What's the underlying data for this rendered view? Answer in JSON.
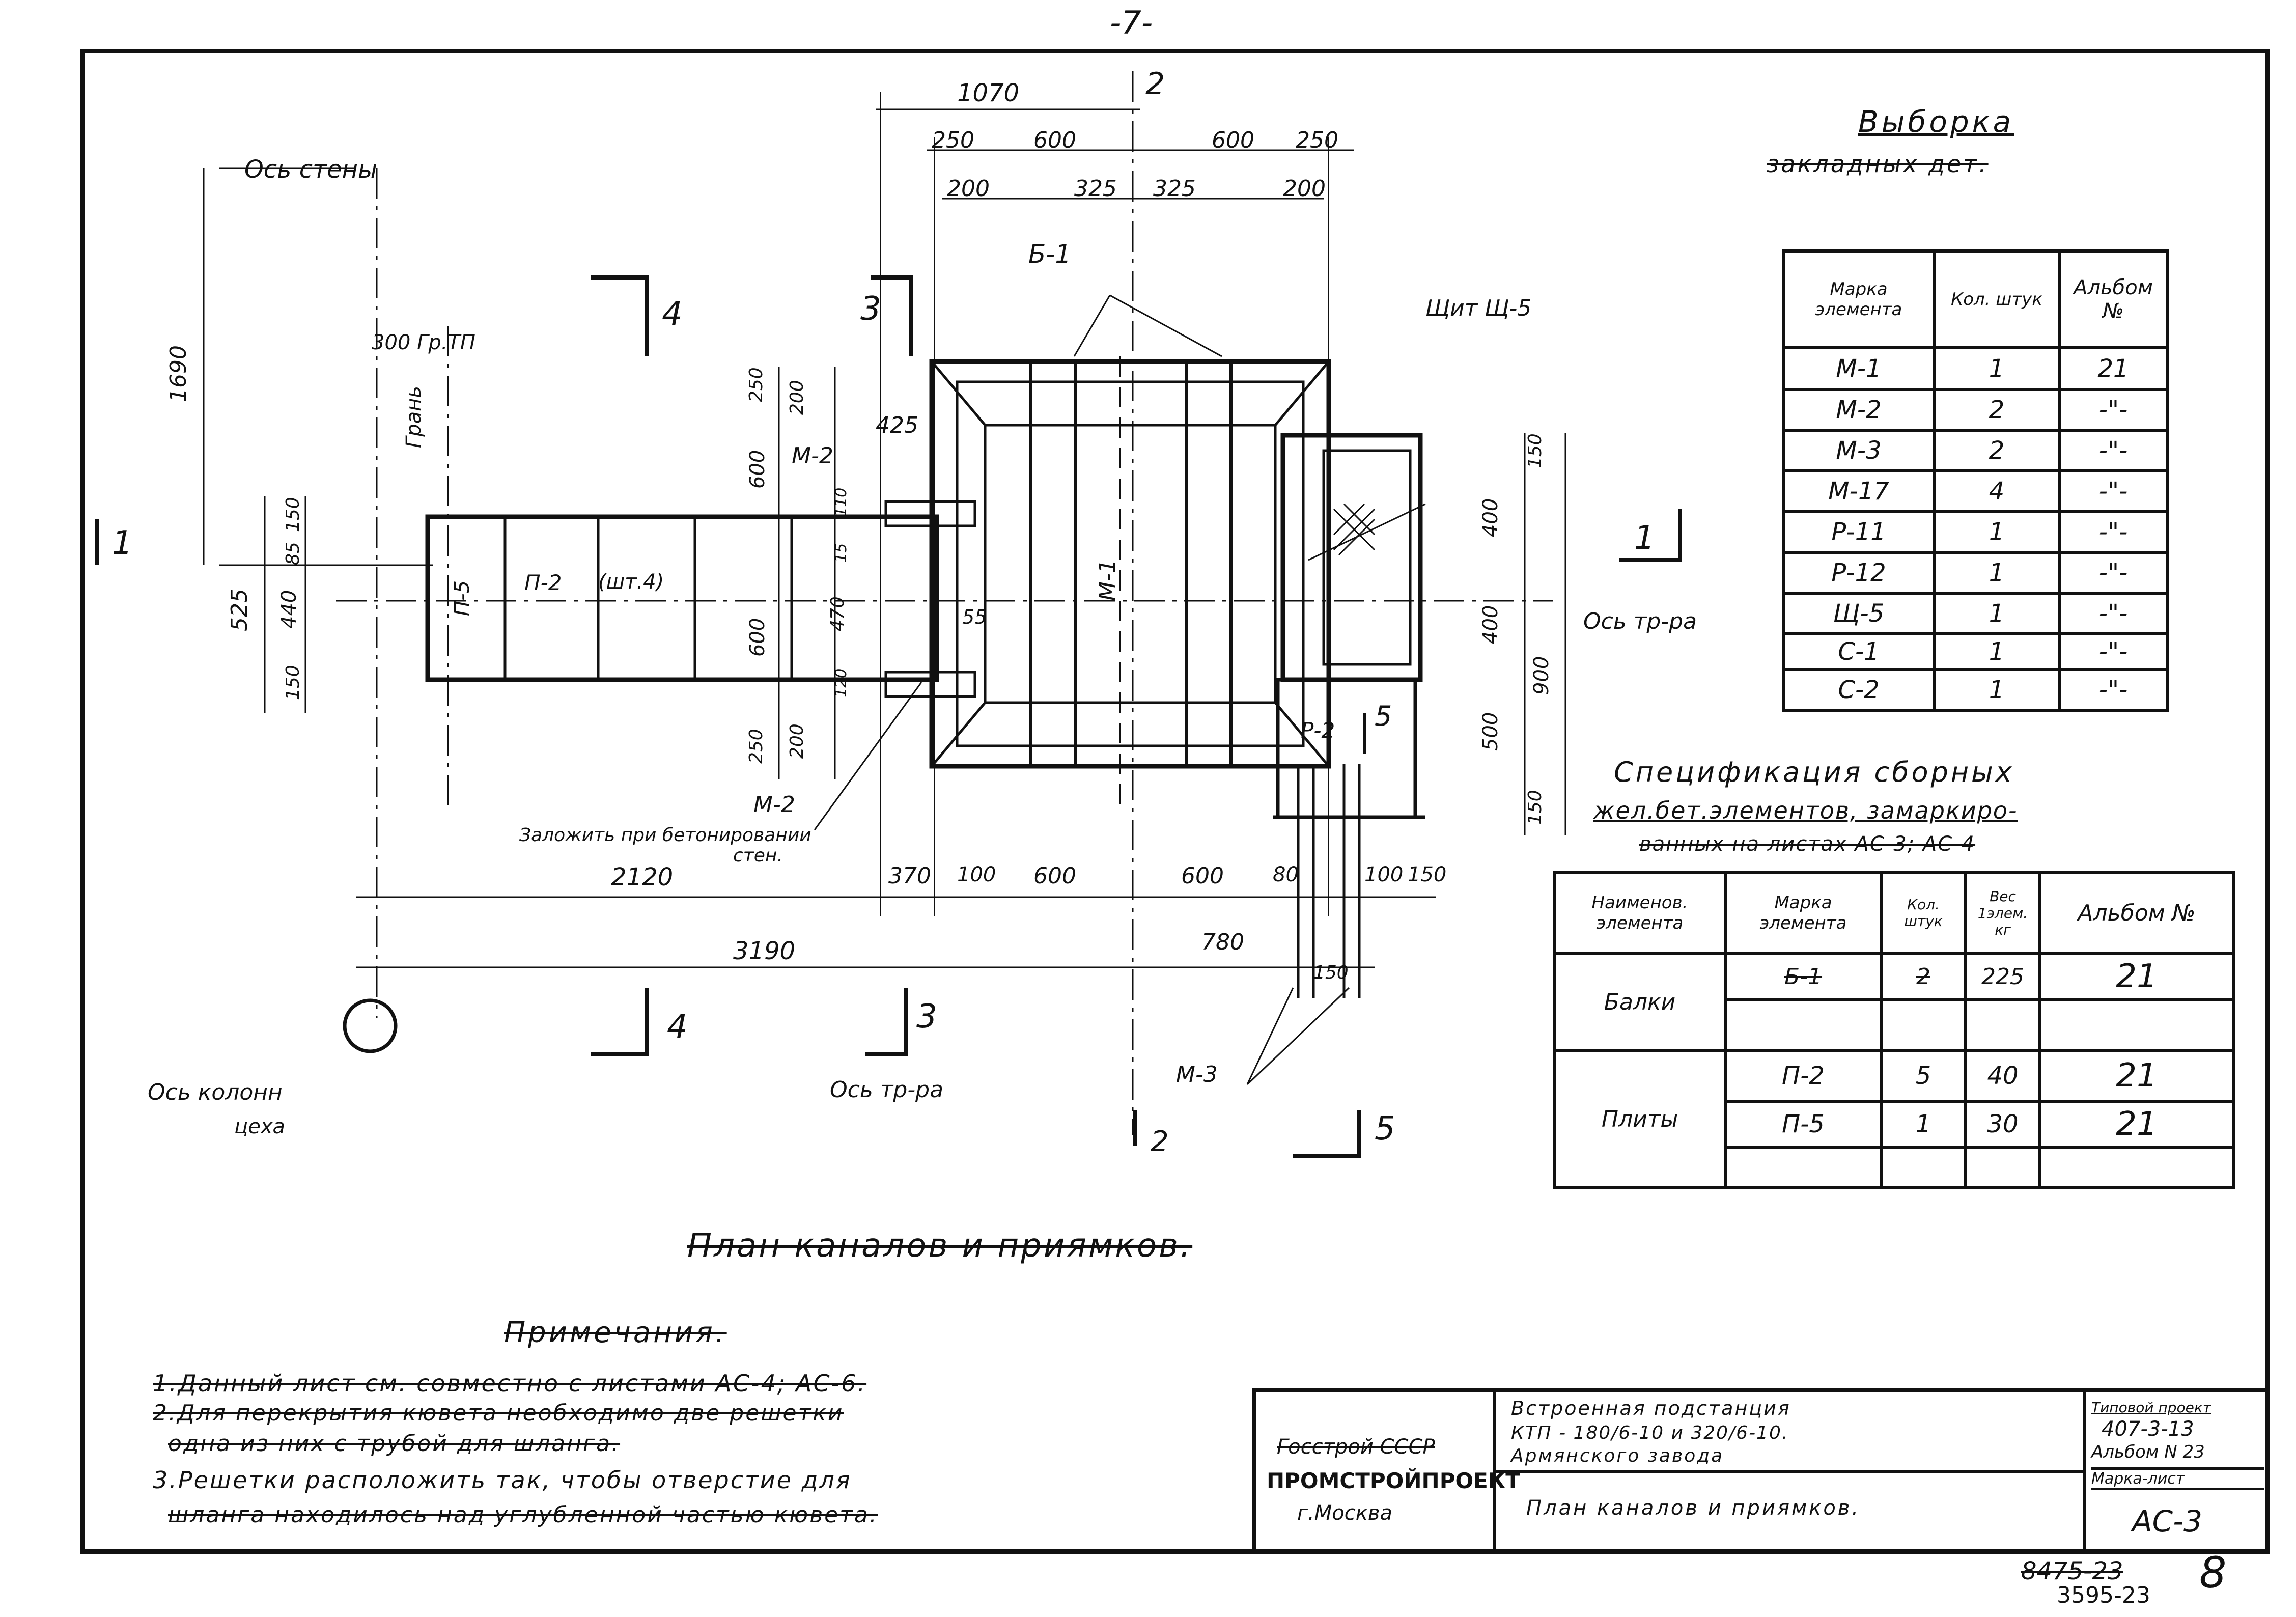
{
  "page_number": "-7-",
  "drawing": {
    "title": "План каналов и приямков.",
    "labels": {
      "wall_axis": "Ось стены",
      "face": "Грань",
      "tr_face": "300 Гр.ТП",
      "column_axis": "Ось колонн",
      "column_axis_2": "цеха",
      "tr_axis_right": "Ось тр-ра",
      "tr_axis_bottom": "Ось тр-ра",
      "shield": "Щит Щ-5",
      "b1": "Б-1",
      "m1": "М-1",
      "m2_top": "М-2",
      "m2_bottom": "М-2",
      "m3": "М-3",
      "p2": "П-2",
      "p2_count": "(шт.4)",
      "p5": "П-5",
      "r2": "Р-2",
      "embed_note_1": "Заложить при бетонировании",
      "embed_note_2": "стен.",
      "size_425": "425",
      "size_55": "55"
    },
    "section_marks": [
      {
        "name": "2",
        "pos": "top"
      },
      {
        "name": "4",
        "pos": "top-left"
      },
      {
        "name": "3",
        "pos": "top-mid"
      },
      {
        "name": "1",
        "pos": "left"
      },
      {
        "name": "1",
        "pos": "right"
      },
      {
        "name": "5",
        "pos": "right-mid"
      },
      {
        "name": "4",
        "pos": "bottom-left"
      },
      {
        "name": "3",
        "pos": "bottom-mid"
      },
      {
        "name": "2",
        "pos": "bottom"
      },
      {
        "name": "5",
        "pos": "bottom-right"
      }
    ],
    "dimensions_top": [
      "1070",
      "250",
      "600",
      "600",
      "250",
      "200",
      "325",
      "325",
      "200"
    ],
    "dimensions_left": [
      "1690",
      "525",
      "150",
      "85",
      "440",
      "150",
      "250",
      "200",
      "600",
      "250",
      "200",
      "600"
    ],
    "dimensions_inner": [
      "110",
      "15",
      "470",
      "120"
    ],
    "dimensions_right": [
      "150",
      "400",
      "400",
      "900",
      "500",
      "150"
    ],
    "dimensions_bottom": [
      "2120",
      "370",
      "100",
      "600",
      "600",
      "80",
      "100",
      "150"
    ],
    "dimensions_bottom_2": [
      "3190",
      "780",
      "150"
    ]
  },
  "vyborka": {
    "title": "Выборка",
    "subtitle": "закладных дет.",
    "headers": [
      "Марка элемента",
      "Кол. штук",
      "Альбом №"
    ],
    "rows": [
      [
        "М-1",
        "1",
        "21"
      ],
      [
        "М-2",
        "2",
        "-\"-"
      ],
      [
        "М-3",
        "2",
        "-\"-"
      ],
      [
        "М-17",
        "4",
        "-\"-"
      ],
      [
        "Р-11",
        "1",
        "-\"-"
      ],
      [
        "Р-12",
        "1",
        "-\"-"
      ],
      [
        "Щ-5",
        "1",
        "-\"-"
      ],
      [
        "С-1",
        "1",
        "-\"-"
      ],
      [
        "С-2",
        "1",
        "-\"-"
      ]
    ]
  },
  "spec": {
    "title_1": "Спецификация сборных",
    "title_2": "жел.бет.элементов, замаркиро-",
    "title_3": "ванных на листах АС-3; АС-4",
    "headers": [
      "Наименов. элемента",
      "Марка элемента",
      "Кол. штук",
      "Вес 1элем. кг",
      "Альбом №"
    ],
    "groups": [
      {
        "name": "Балки",
        "rows": [
          [
            "Б-1",
            "2",
            "225",
            "21"
          ],
          [
            "",
            "",
            "",
            ""
          ]
        ]
      },
      {
        "name": "Плиты",
        "rows": [
          [
            "П-2",
            "5",
            "40",
            "21"
          ],
          [
            "П-5",
            "1",
            "30",
            "21"
          ],
          [
            "",
            "",
            "",
            ""
          ]
        ]
      }
    ]
  },
  "notes": {
    "title": "Примечания.",
    "lines": [
      "1.Данный лист см. совместно с листами АС-4; АС-6.",
      "2.Для перекрытия кювета необходимо две решетки",
      "одна из них с трубой для шланга.",
      "3.Решетки расположить так, чтобы отверстие для",
      "шланга находилось над углубленной частью кювета."
    ]
  },
  "stamp": {
    "org_1": "Госстрой СССР",
    "org_2": "ПРОМСТРОЙПРОЕКТ",
    "org_3": "г.Москва",
    "project_1": "Встроенная подстанция",
    "project_2": "КТП - 180/6-10 и 320/6-10.",
    "project_3": "Армянского завода",
    "sheet_title": "План каналов и приямков.",
    "typ_label": "Типовой проект",
    "typ_value": "407-3-13",
    "album": "Альбом N 23",
    "mark_label": "Марка-лист",
    "mark_value": "АС-3"
  },
  "footer": {
    "number_1": "8475-23",
    "number_2": "3595-23",
    "sheet": "8"
  }
}
